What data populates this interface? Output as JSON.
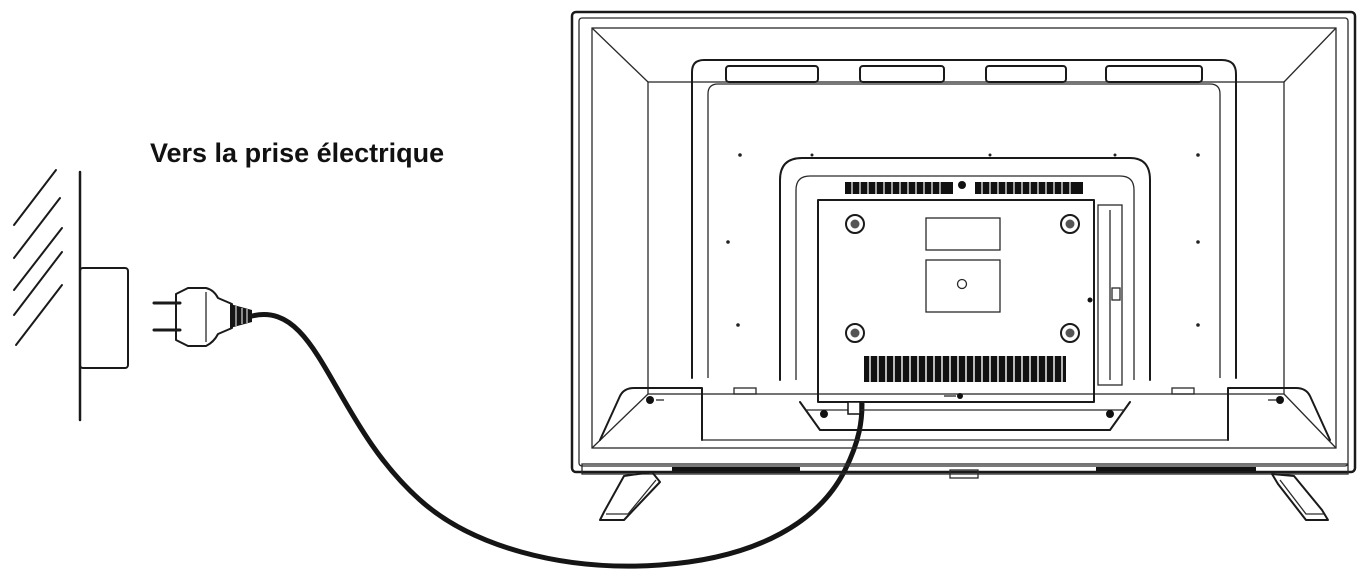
{
  "caption": {
    "text": "Vers la prise électrique"
  },
  "colors": {
    "line": "#1a1a1a",
    "background": "#ffffff",
    "cable": "#151515"
  },
  "icons": {
    "wall_outlet": "wall-outlet-icon",
    "plug": "power-plug-icon",
    "cable": "power-cable",
    "tv": "tv-rear-view"
  }
}
